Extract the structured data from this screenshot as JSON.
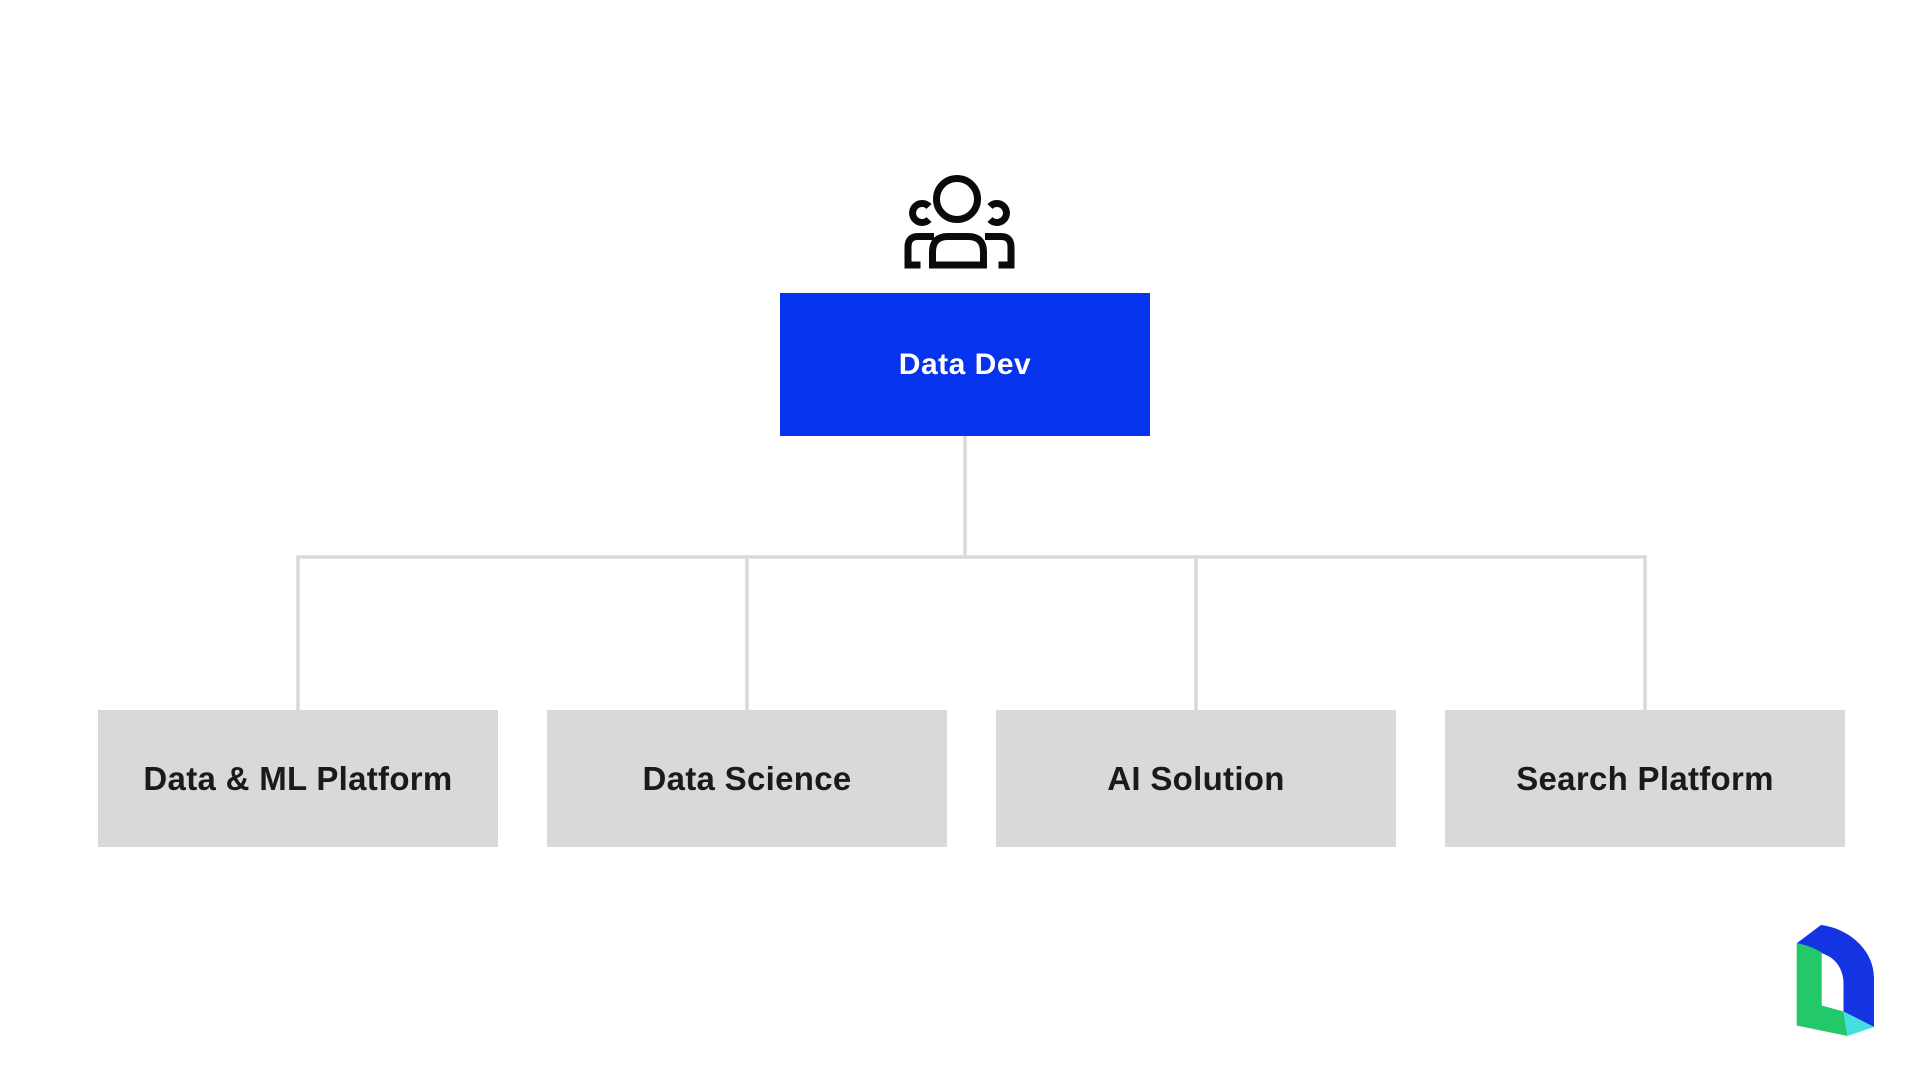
{
  "diagram": {
    "type": "org-chart",
    "root": {
      "label": "Data Dev"
    },
    "children": [
      {
        "label": "Data & ML Platform"
      },
      {
        "label": "Data Science"
      },
      {
        "label": "AI Solution"
      },
      {
        "label": "Search Platform"
      }
    ],
    "icons": {
      "top": "people-group-icon",
      "bottom_right": "d-shaped-brand-logo"
    },
    "colors": {
      "root_fill": "#0533ee",
      "root_text": "#ffffff",
      "child_fill": "#d9d9d9",
      "child_text": "#1a1a1a",
      "connector": "#d9d9d9",
      "icon_stroke": "#0a0a0a",
      "logo_blue": "#1434e4",
      "logo_green": "#23c868",
      "logo_cyan": "#43e0e2",
      "background": "#ffffff"
    }
  }
}
